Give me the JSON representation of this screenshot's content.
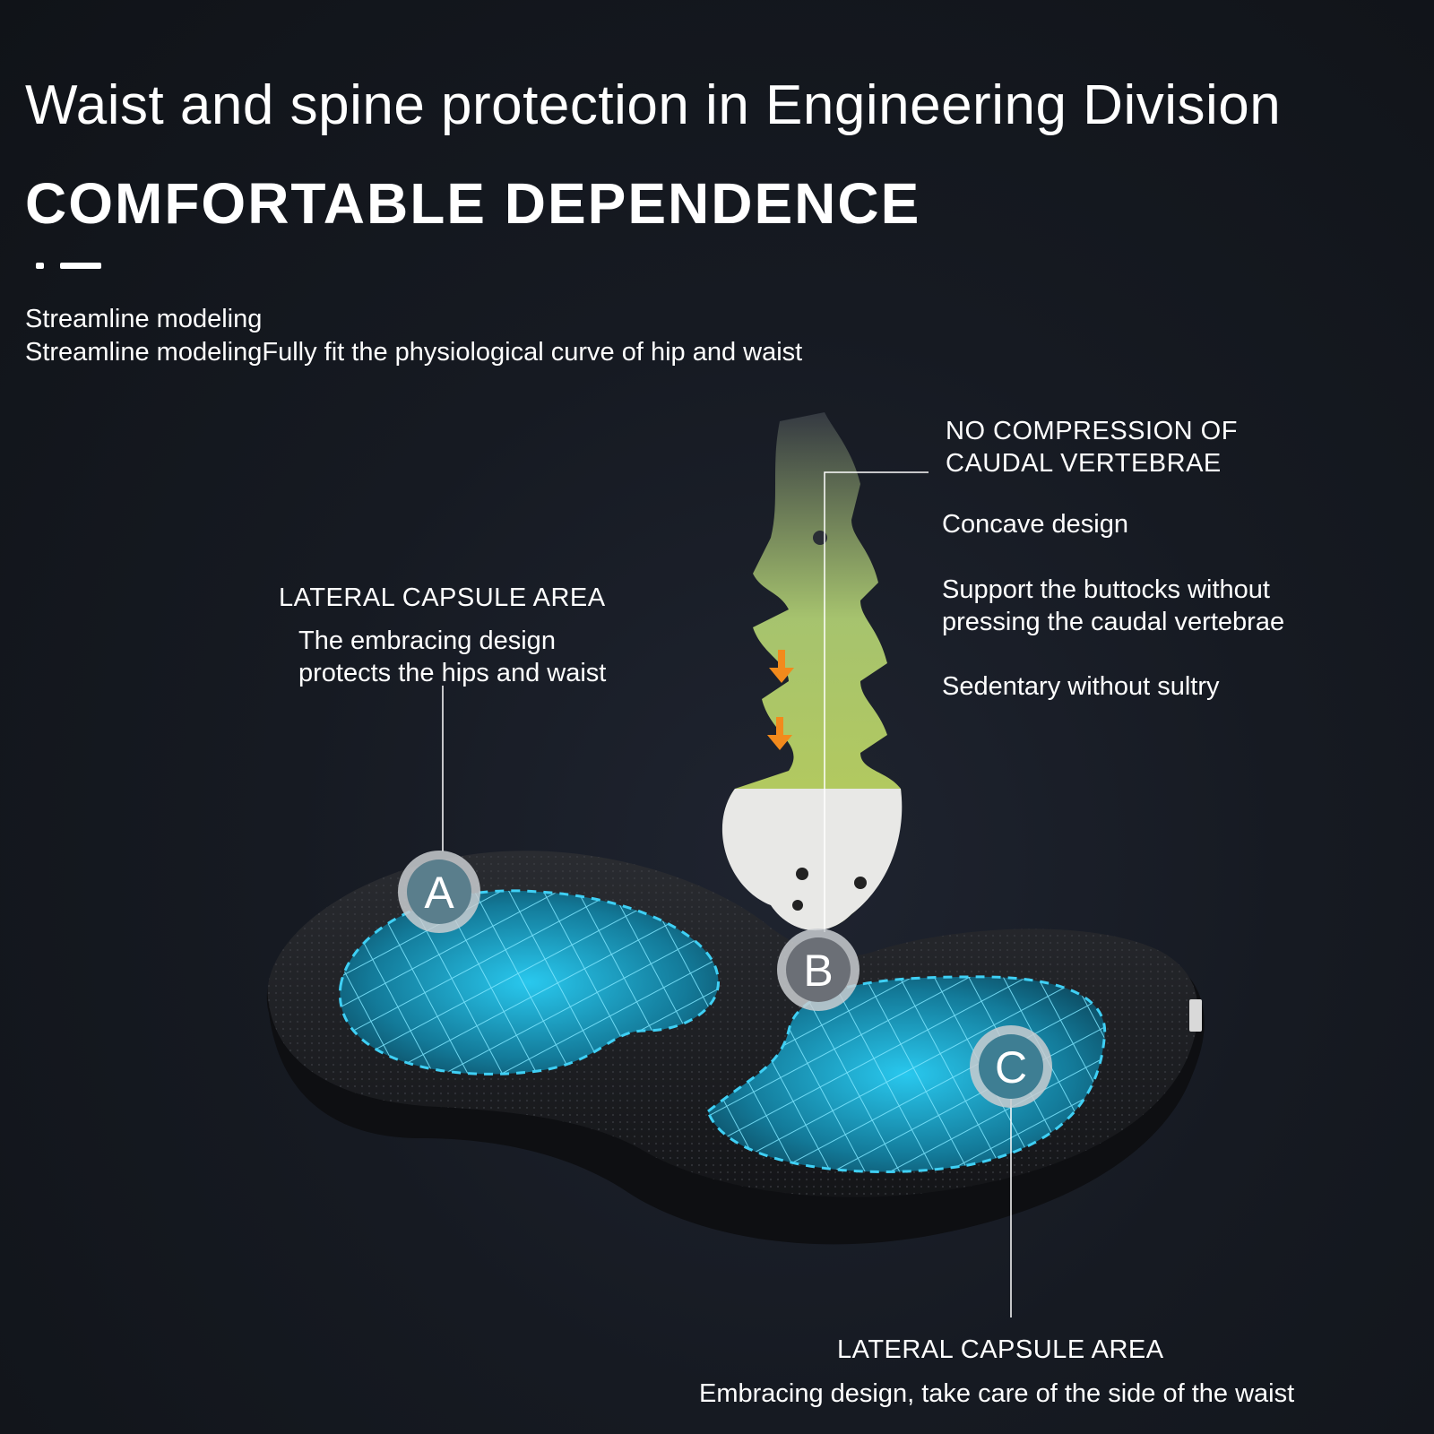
{
  "headline": "Waist and spine protection in Engineering Division",
  "subhead": "COMFORTABLE DEPENDENCE",
  "intro": {
    "line1": "Streamline modeling",
    "line2": "Streamline modelingFully fit the physiological curve of hip and waist"
  },
  "callout_a": {
    "badge": "A",
    "title": "LATERAL CAPSULE AREA",
    "body_line1": "The embracing design",
    "body_line2": "protects the hips and waist"
  },
  "callout_b": {
    "badge": "B",
    "title_line1": "NO COMPRESSION OF",
    "title_line2": "CAUDAL VERTEBRAE",
    "feature1": "Concave design",
    "feature2_line1": "Support the buttocks without",
    "feature2_line2": "pressing the caudal vertebrae",
    "feature3": "Sedentary without sultry"
  },
  "callout_c": {
    "badge": "C",
    "title": "LATERAL CAPSULE AREA",
    "body": "Embracing design, take care of the side of the waist"
  },
  "colors": {
    "background": "#161a22",
    "text": "#ffffff",
    "gel_pad": "#1fb4d8",
    "cushion": "#1a1b1e",
    "spine_highlight": "#d7ec5a",
    "arrow": "#f28a1c"
  }
}
